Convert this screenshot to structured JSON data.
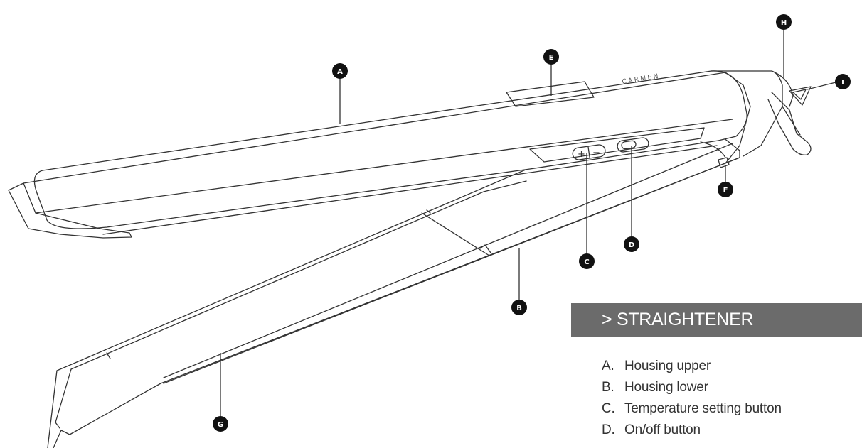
{
  "diagram": {
    "brand_text": "CARMEN",
    "callouts": [
      {
        "id": "A",
        "letter": "A"
      },
      {
        "id": "B",
        "letter": "B"
      },
      {
        "id": "C",
        "letter": "C"
      },
      {
        "id": "D",
        "letter": "D"
      },
      {
        "id": "E",
        "letter": "E"
      },
      {
        "id": "F",
        "letter": "F"
      },
      {
        "id": "G",
        "letter": "G"
      },
      {
        "id": "H",
        "letter": "H"
      },
      {
        "id": "I",
        "letter": "I"
      }
    ],
    "button_symbols": {
      "plus": "+",
      "minus": "−"
    }
  },
  "section": {
    "title": "> STRAIGHTENER"
  },
  "parts": [
    {
      "letter": "A.",
      "label": "Housing upper"
    },
    {
      "letter": "B.",
      "label": "Housing lower"
    },
    {
      "letter": "C.",
      "label": "Temperature setting button"
    },
    {
      "letter": "D.",
      "label": "On/off button"
    }
  ],
  "colors": {
    "line": "#333333",
    "callout_fill": "#111111",
    "section_bar": "#6b6b6b"
  }
}
